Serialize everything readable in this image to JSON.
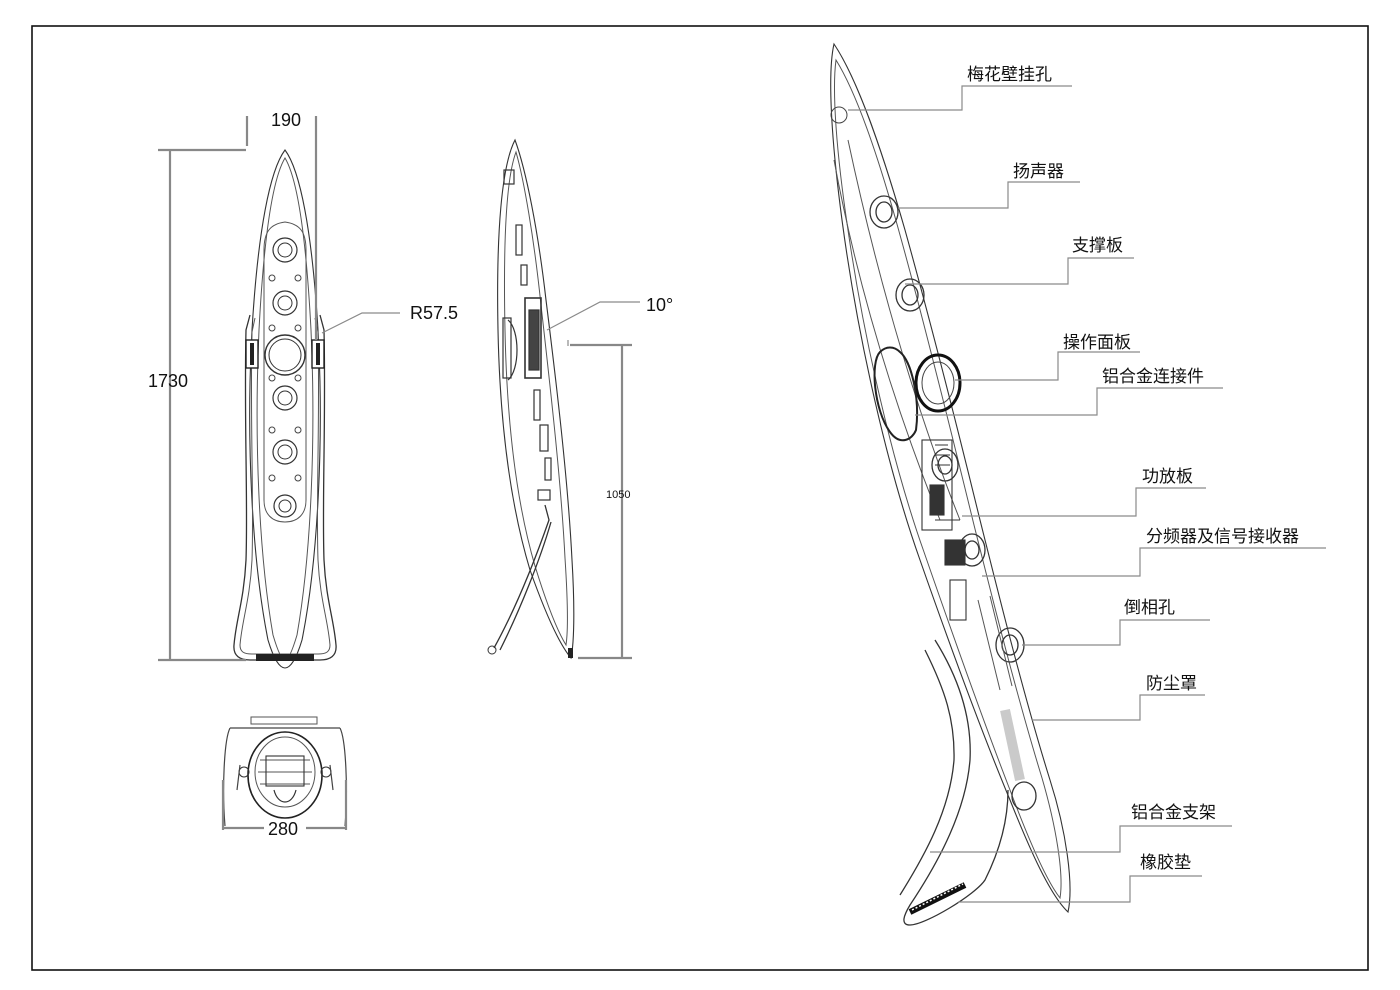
{
  "dimensions": {
    "front_width": "190",
    "front_height": "1730",
    "radius": "R57.5",
    "tilt_angle": "10°",
    "stand_height": "1050",
    "base_width": "280"
  },
  "callouts": [
    {
      "label": "梅花壁挂孔"
    },
    {
      "label": "扬声器"
    },
    {
      "label": "支撑板"
    },
    {
      "label": "操作面板"
    },
    {
      "label": "铝合金连接件"
    },
    {
      "label": "功放板"
    },
    {
      "label": "分频器及信号接收器"
    },
    {
      "label": "倒相孔"
    },
    {
      "label": "防尘罩"
    },
    {
      "label": "铝合金支架"
    },
    {
      "label": "橡胶垫"
    }
  ]
}
